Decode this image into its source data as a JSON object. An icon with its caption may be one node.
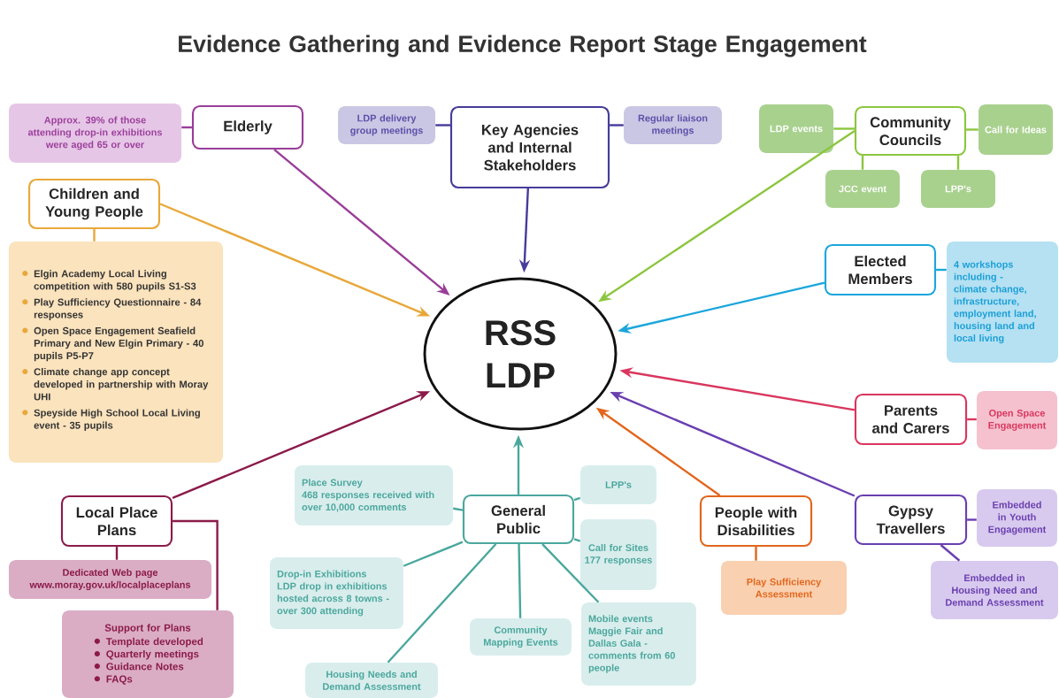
{
  "diagram": {
    "title": "Evidence Gathering and Evidence Report Stage Engagement",
    "nodes": [
      {
        "text": [
          "RSS LDP"
        ]
      },
      {
        "text": [
          "Elderly"
        ]
      },
      {
        "text": [
          "Approx. 39% of those attending drop-in exhibitions were aged 65 or over"
        ]
      },
      {
        "text": [
          "Key Agencies and Internal Stakeholders"
        ]
      },
      {
        "text": [
          "LDP delivery group meetings"
        ]
      },
      {
        "text": [
          "Regular liaison meetings"
        ]
      },
      {
        "text": [
          "Community Councils"
        ]
      },
      {
        "text": [
          "LDP events"
        ]
      },
      {
        "text": [
          "Call for Ideas"
        ]
      },
      {
        "text": [
          "JCC event"
        ]
      },
      {
        "text": [
          "LPP's"
        ]
      },
      {
        "text": [
          "Elected Members"
        ]
      },
      {
        "text": [
          "4 workshops including - climate change, infrastructure, employment land, housing land and local living"
        ]
      },
      {
        "text": [
          "Parents and Carers"
        ]
      },
      {
        "text": [
          "Open Space Engagement"
        ]
      },
      {
        "text": [
          "Gypsy Travellers"
        ]
      },
      {
        "text": [
          "Embedded in Youth Engagement"
        ]
      },
      {
        "text": [
          "Embedded in Housing Need and Demand Assessment"
        ]
      },
      {
        "text": [
          "People with Disabilities"
        ]
      },
      {
        "text": [
          "Play Sufficiency Assessment"
        ]
      },
      {
        "text": [
          "General Public"
        ]
      },
      {
        "text": [
          "Place Survey",
          "468 responses received with over 10,000 comments"
        ]
      },
      {
        "text": [
          "LPP's"
        ]
      },
      {
        "text": [
          "Call for Sites 177 responses"
        ]
      },
      {
        "text": [
          "Drop-in Exhibitions",
          "LDP drop in exhibitions hosted across 8 towns - over 300 attending"
        ]
      },
      {
        "text": [
          "Community Mapping Events"
        ]
      },
      {
        "text": [
          "Mobile events Maggie Fair and Dallas Gala - comments from 60 people"
        ]
      },
      {
        "text": [
          "Housing Needs and Demand Assessment"
        ]
      },
      {
        "text": [
          "Local Place Plans"
        ]
      },
      {
        "text": [
          "Dedicated Web page www.moray.gov.uk/localplaceplans"
        ]
      },
      {
        "text": [
          "Support for Plans",
          "Template developed",
          "Quarterly meetings",
          "Guidance Notes",
          "FAQs"
        ]
      },
      {
        "text": [
          "Children and Young People"
        ]
      },
      {
        "text": [
          "Elgin Academy Local Living competition with 580 pupils S1-S3",
          "Play Sufficiency Questionnaire - 84 responses",
          "Open Space Engagement Seafield Primary and New Elgin Primary - 40 pupils P5-P7",
          "Climate change app concept developed in partnership with Moray UHI",
          "Speyside High School Local Living event - 35 pupils"
        ]
      }
    ],
    "edges": [
      {
        "from": 1,
        "to": 0,
        "arrow": "to",
        "color": "#993d99"
      },
      {
        "from": 1,
        "to": 2,
        "arrow": "none",
        "color": "#993d99"
      },
      {
        "from": 3,
        "to": 0,
        "arrow": "to",
        "color": "#463c9a"
      },
      {
        "from": 3,
        "to": 4,
        "arrow": "none",
        "color": "#463c9a"
      },
      {
        "from": 3,
        "to": 5,
        "arrow": "none",
        "color": "#463c9a"
      },
      {
        "from": 6,
        "to": 0,
        "arrow": "to",
        "color": "#8cc63f"
      },
      {
        "from": 6,
        "to": 7,
        "arrow": "none",
        "color": "#8cc63f"
      },
      {
        "from": 6,
        "to": 8,
        "arrow": "none",
        "color": "#8cc63f"
      },
      {
        "from": 6,
        "to": 9,
        "arrow": "none",
        "color": "#8cc63f"
      },
      {
        "from": 6,
        "to": 10,
        "arrow": "none",
        "color": "#8cc63f"
      },
      {
        "from": 11,
        "to": 0,
        "arrow": "to",
        "color": "#1ba6dc"
      },
      {
        "from": 11,
        "to": 12,
        "arrow": "none",
        "color": "#1ba6dc"
      },
      {
        "from": 13,
        "to": 0,
        "arrow": "to",
        "color": "#d9365e"
      },
      {
        "from": 13,
        "to": 14,
        "arrow": "none",
        "color": "#d9365e"
      },
      {
        "from": 15,
        "to": 0,
        "arrow": "to",
        "color": "#6a3fb0"
      },
      {
        "from": 15,
        "to": 16,
        "arrow": "none",
        "color": "#6a3fb0"
      },
      {
        "from": 15,
        "to": 17,
        "arrow": "none",
        "color": "#6a3fb0"
      },
      {
        "from": 18,
        "to": 0,
        "arrow": "to",
        "color": "#e2661c"
      },
      {
        "from": 18,
        "to": 19,
        "arrow": "none",
        "color": "#e2661c"
      },
      {
        "from": 20,
        "to": 0,
        "arrow": "to",
        "color": "#4aa79c"
      },
      {
        "from": 20,
        "to": 21,
        "arrow": "none",
        "color": "#4aa79c"
      },
      {
        "from": 20,
        "to": 22,
        "arrow": "none",
        "color": "#4aa79c"
      },
      {
        "from": 20,
        "to": 23,
        "arrow": "none",
        "color": "#4aa79c"
      },
      {
        "from": 20,
        "to": 24,
        "arrow": "none",
        "color": "#4aa79c"
      },
      {
        "from": 20,
        "to": 25,
        "arrow": "none",
        "color": "#4aa79c"
      },
      {
        "from": 20,
        "to": 26,
        "arrow": "none",
        "color": "#4aa79c"
      },
      {
        "from": 20,
        "to": 27,
        "arrow": "none",
        "color": "#4aa79c"
      },
      {
        "from": 28,
        "to": 0,
        "arrow": "to",
        "color": "#8b1a4a"
      },
      {
        "from": 28,
        "to": 29,
        "arrow": "none",
        "color": "#8b1a4a"
      },
      {
        "from": 28,
        "to": 30,
        "arrow": "none",
        "color": "#8b1a4a"
      },
      {
        "from": 31,
        "to": 0,
        "arrow": "to",
        "color": "#e8a83a"
      },
      {
        "from": 31,
        "to": 32,
        "arrow": "none",
        "color": "#e8a83a"
      }
    ]
  }
}
